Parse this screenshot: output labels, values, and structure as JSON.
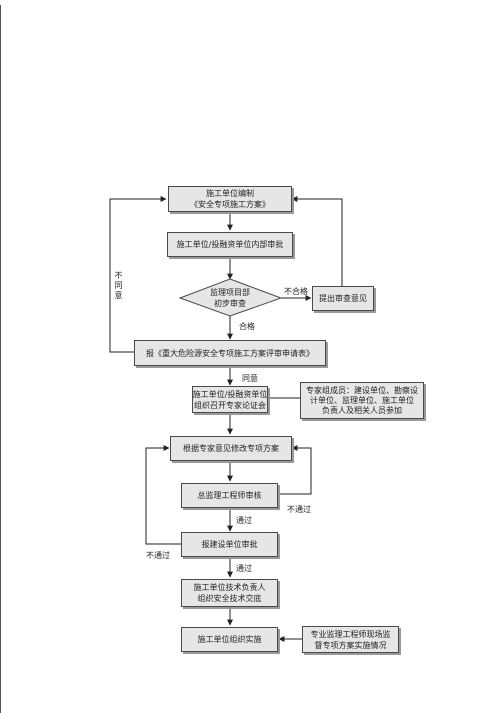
{
  "nodes": {
    "compile_plan": [
      "施工单位编制",
      "《安全专项施工方案》"
    ],
    "internal_review": "施工单位/投融资单位内部审批",
    "supervision_review": [
      "监理项目部",
      "初步审查"
    ],
    "review_opinion": "提出审查意见",
    "submit_form": "报《重大危险源安全专项施工方案评审申请表》",
    "expert_meeting": [
      "施工单位/投融资单位",
      "组织召开专家论证会"
    ],
    "expert_group_note": [
      "专家组成员：建设单位、勘察设",
      "计单位、监理单位、施工单位",
      "负责人及相关人员参加"
    ],
    "revise_plan": "根据专家意见修改专项方案",
    "chief_engineer_review": "总监理工程师审核",
    "owner_approval": "报建设单位审批",
    "safety_briefing": [
      "施工单位技术负责人",
      "组织安全技术交底"
    ],
    "implementation": "施工单位组织实施",
    "site_supervision_note": [
      "专业监理工程师现场监",
      "督专项方案实施情况"
    ]
  },
  "labels": {
    "unqualified": "不合格",
    "qualified": "合格",
    "disagree": [
      "不",
      "同",
      "意"
    ],
    "agree": "同意",
    "passed_1": "通过",
    "not_passed_1": "不通过",
    "passed_2": "通过",
    "not_passed_2": "不通过"
  }
}
